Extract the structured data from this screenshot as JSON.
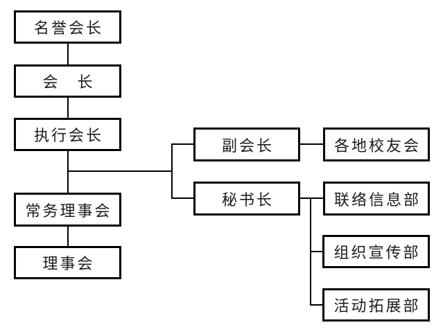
{
  "colors": {
    "background": "#ffffff",
    "box_border": "#000000",
    "connector_line": "#000000",
    "text": "#1c1c1c"
  },
  "nodes": [
    {
      "id": "honorary-president",
      "label": "名誉会长"
    },
    {
      "id": "president",
      "label": "会　长"
    },
    {
      "id": "executive-president",
      "label": "执行会长"
    },
    {
      "id": "standing-council",
      "label": "常务理事会"
    },
    {
      "id": "council",
      "label": "理事会"
    },
    {
      "id": "vice-president",
      "label": "副会长"
    },
    {
      "id": "secretary-general",
      "label": "秘书长"
    },
    {
      "id": "regional-alumni-associations",
      "label": "各地校友会"
    },
    {
      "id": "liaison-information-dept",
      "label": "联络信息部"
    },
    {
      "id": "organization-publicity-dept",
      "label": "组织宣传部"
    },
    {
      "id": "activity-development-dept",
      "label": "活动拓展部"
    }
  ],
  "edges": [
    {
      "from": "honorary-president",
      "to": "president"
    },
    {
      "from": "president",
      "to": "executive-president"
    },
    {
      "from": "executive-president",
      "to": "standing-council"
    },
    {
      "from": "standing-council",
      "to": "council"
    },
    {
      "from": "executive-president",
      "to": "vice-president"
    },
    {
      "from": "executive-president",
      "to": "secretary-general"
    },
    {
      "from": "vice-president",
      "to": "regional-alumni-associations"
    },
    {
      "from": "secretary-general",
      "to": "liaison-information-dept"
    },
    {
      "from": "secretary-general",
      "to": "organization-publicity-dept"
    },
    {
      "from": "secretary-general",
      "to": "activity-development-dept"
    }
  ]
}
